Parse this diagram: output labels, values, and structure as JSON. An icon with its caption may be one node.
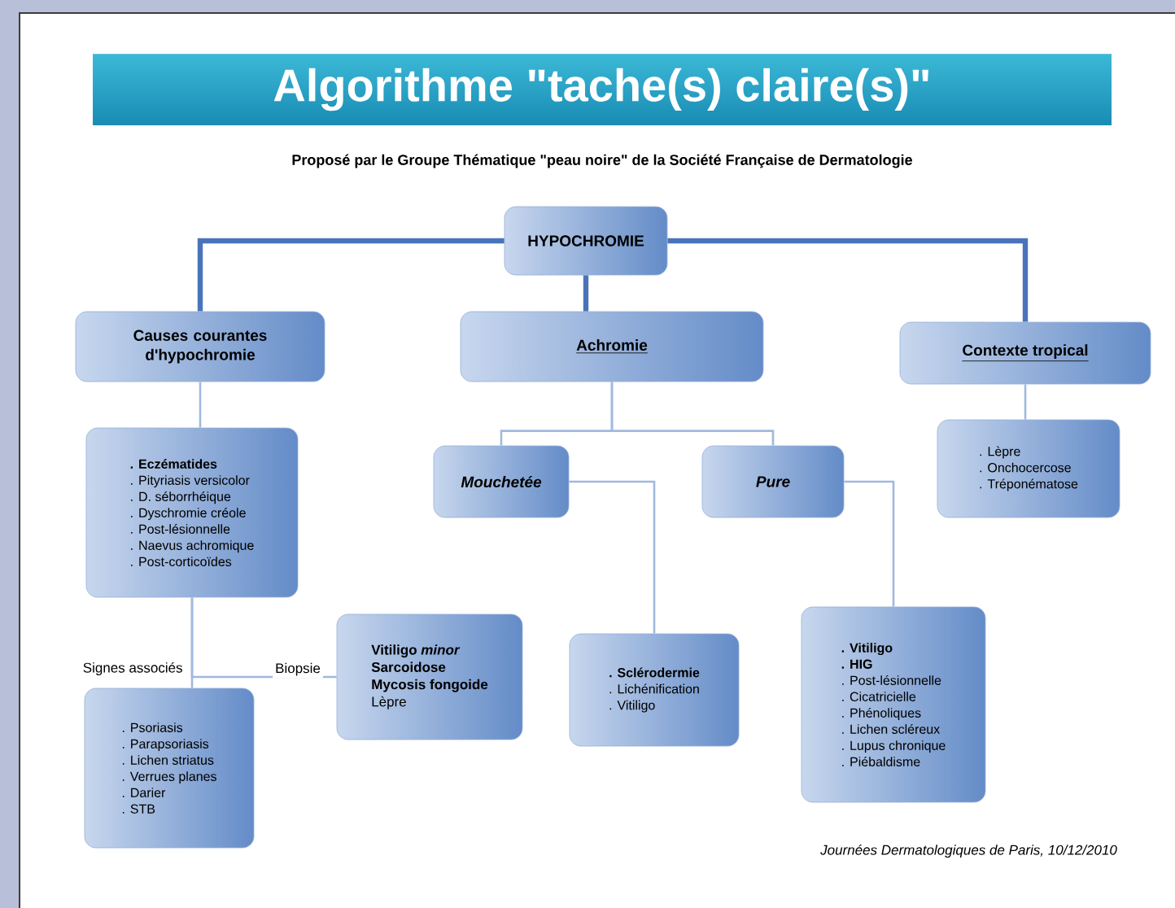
{
  "diagram": {
    "title": "Algorithme \"tache(s) claire(s)\"",
    "nodes": [
      {
        "text": [
          "HYPOCHROMIE"
        ]
      },
      {
        "text": [
          "Causes courantes d'hypochromie"
        ]
      },
      {
        "text": [
          "Achromie"
        ]
      },
      {
        "text": [
          "Contexte tropical"
        ]
      },
      {
        "text": [
          ". Eczématides",
          ". Pityriasis versicolor",
          ". D. séborrhéique",
          ". Dyschromie créole",
          ". Post-lésionnelle",
          ". Naevus achromique",
          ". Post-corticoïdes"
        ]
      },
      {
        "text": [
          "Mouchetée"
        ]
      },
      {
        "text": [
          "Pure"
        ]
      },
      {
        "text": [
          ". Lèpre",
          ". Onchocercose",
          ". Tréponématose"
        ]
      },
      {
        "text": [
          "Vitiligo *minor*",
          "Sarcoidose",
          "Mycosis fongoide",
          "Lèpre"
        ]
      },
      {
        "text": [
          ". Sclérodermie",
          ". Lichénification",
          ". Vitiligo"
        ]
      },
      {
        "text": [
          ". Vitiligo",
          ". HIG",
          ". Post-lésionnelle",
          ". Cicatricielle",
          ". Phénoliques",
          ". Lichen scléreux",
          ". Lupus chronique",
          ". Piébaldisme"
        ]
      },
      {
        "text": [
          ". Psoriasis",
          ". Parapsoriasis",
          ". Lichen striatus",
          ". Verrues planes",
          ". Darier",
          ". STB"
        ]
      }
    ],
    "edges": [
      {
        "from": 0,
        "to": 1,
        "arrow": "none",
        "style": "thick",
        "color": "#4a74b9"
      },
      {
        "from": 0,
        "to": 2,
        "arrow": "none",
        "style": "thick",
        "color": "#4a74b9"
      },
      {
        "from": 0,
        "to": 3,
        "arrow": "none",
        "style": "thick",
        "color": "#4a74b9"
      },
      {
        "from": 1,
        "to": 4,
        "arrow": "none"
      },
      {
        "from": 2,
        "to": 5,
        "arrow": "none"
      },
      {
        "from": 2,
        "to": 6,
        "arrow": "none"
      },
      {
        "from": 3,
        "to": 7,
        "arrow": "none"
      },
      {
        "from": 4,
        "to": 11,
        "arrow": "none",
        "label": "Signes associés"
      },
      {
        "from": 4,
        "to": 8,
        "arrow": "none",
        "label": "Biopsie"
      },
      {
        "from": 5,
        "to": 9,
        "arrow": "none"
      },
      {
        "from": 6,
        "to": 10,
        "arrow": "none"
      }
    ],
    "labels": [
      "Proposé par le Groupe Thématique \"peau noire\" de la Société Française de Dermatologie",
      "Journées Dermatologiques de Paris, 10/12/2010"
    ]
  }
}
